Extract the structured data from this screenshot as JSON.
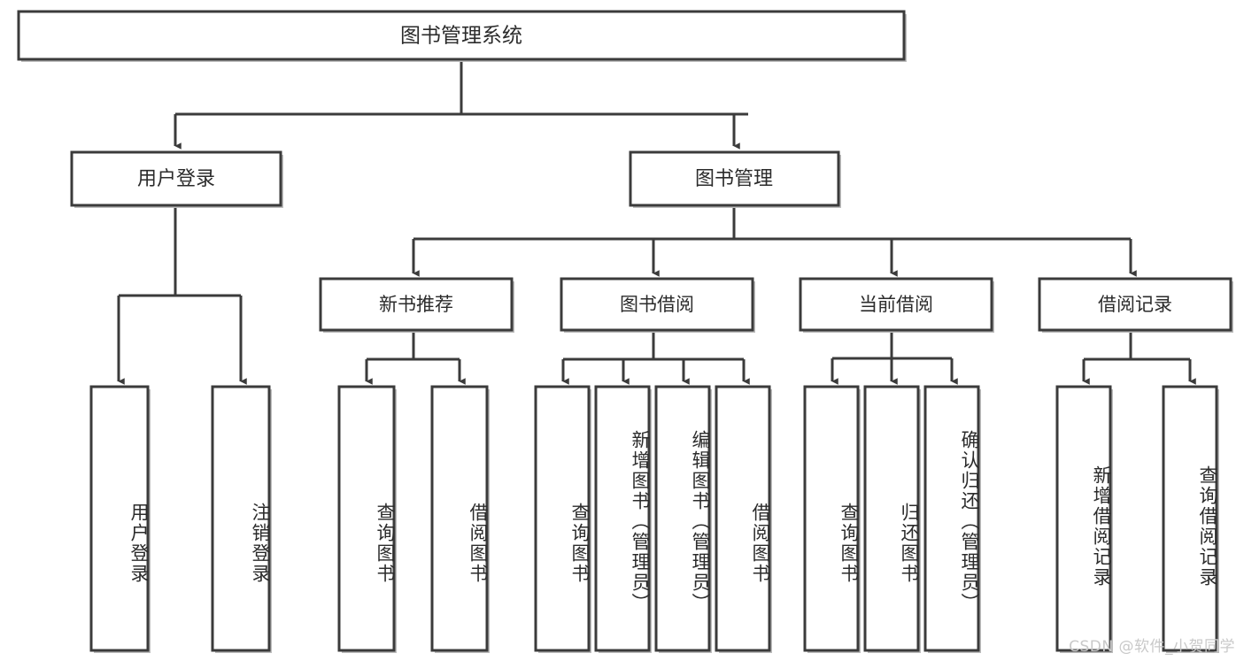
{
  "diagram": {
    "type": "tree-hierarchy",
    "title_node": {
      "label": "图书管理系统"
    },
    "level2": [
      {
        "id": "user-login",
        "label": "用户登录"
      },
      {
        "id": "book-management",
        "label": "图书管理"
      }
    ],
    "level3": [
      {
        "id": "new-book-recommend",
        "label": "新书推荐",
        "parent": "book-management"
      },
      {
        "id": "book-borrow",
        "label": "图书借阅",
        "parent": "book-management"
      },
      {
        "id": "current-borrow",
        "label": "当前借阅",
        "parent": "book-management"
      },
      {
        "id": "borrow-record",
        "label": "借阅记录",
        "parent": "book-management"
      }
    ],
    "leaves": [
      {
        "id": "leaf-user-login",
        "label": "用户登录",
        "parent": "user-login"
      },
      {
        "id": "leaf-logout-login",
        "label": "注销登录",
        "parent": "user-login"
      },
      {
        "id": "leaf-query-book-1",
        "label": "查询图书",
        "parent": "new-book-recommend"
      },
      {
        "id": "leaf-borrow-book-1",
        "label": "借阅图书",
        "parent": "new-book-recommend"
      },
      {
        "id": "leaf-query-book-2",
        "label": "查询图书",
        "parent": "book-borrow"
      },
      {
        "id": "leaf-add-book",
        "label": "新增图书（管理员）",
        "parent": "book-borrow"
      },
      {
        "id": "leaf-edit-book",
        "label": "编辑图书（管理员）",
        "parent": "book-borrow"
      },
      {
        "id": "leaf-borrow-book-2",
        "label": "借阅图书",
        "parent": "book-borrow"
      },
      {
        "id": "leaf-query-book-3",
        "label": "查询图书",
        "parent": "current-borrow"
      },
      {
        "id": "leaf-return-book",
        "label": "归还图书",
        "parent": "current-borrow"
      },
      {
        "id": "leaf-confirm-return",
        "label": "确认归还（管理员）",
        "parent": "current-borrow"
      },
      {
        "id": "leaf-add-record",
        "label": "新增借阅记录",
        "parent": "borrow-record"
      },
      {
        "id": "leaf-query-record",
        "label": "查询借阅记录",
        "parent": "borrow-record"
      }
    ],
    "colors": {
      "box_stroke": "#3b3b3b",
      "box_fill": "#ffffff",
      "text": "#2b2b2b",
      "watermark": "#c9c9c9",
      "background": "#ffffff"
    }
  },
  "watermark": {
    "text": "CSDN @软件_小贺同学"
  }
}
